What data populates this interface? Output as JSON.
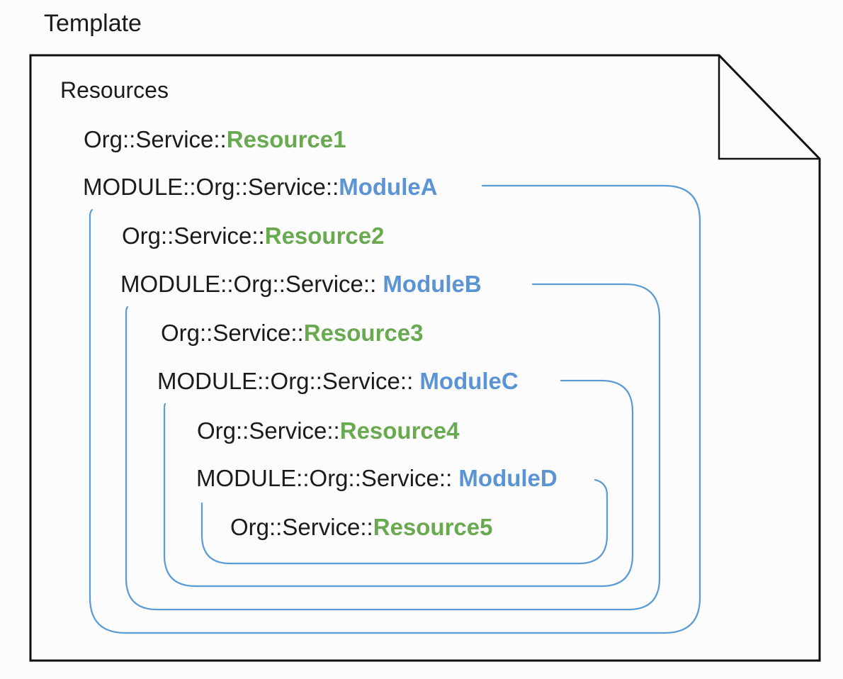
{
  "template_label": "Template",
  "document": {
    "resources_label": "Resources"
  },
  "rows": [
    {
      "id": "resource1",
      "type": "resource",
      "depth": 0,
      "prefix": "Org::Service::",
      "name": "Resource1"
    },
    {
      "id": "moduleA",
      "type": "module",
      "depth": 0,
      "prefix": "MODULE::Org::Service::",
      "name": "ModuleA"
    },
    {
      "id": "resource2",
      "type": "resource",
      "depth": 1,
      "prefix": "Org::Service::",
      "name": "Resource2"
    },
    {
      "id": "moduleB",
      "type": "module",
      "depth": 1,
      "prefix": "MODULE::Org::Service:: ",
      "name": "ModuleB"
    },
    {
      "id": "resource3",
      "type": "resource",
      "depth": 2,
      "prefix": "Org::Service::",
      "name": "Resource3"
    },
    {
      "id": "moduleC",
      "type": "module",
      "depth": 2,
      "prefix": "MODULE::Org::Service:: ",
      "name": "ModuleC"
    },
    {
      "id": "resource4",
      "type": "resource",
      "depth": 3,
      "prefix": "Org::Service::",
      "name": "Resource4"
    },
    {
      "id": "moduleD",
      "type": "module",
      "depth": 3,
      "prefix": "MODULE::Org::Service:: ",
      "name": "ModuleD"
    },
    {
      "id": "resource5",
      "type": "resource",
      "depth": 4,
      "prefix": "Org::Service::",
      "name": "Resource5"
    }
  ],
  "colors": {
    "text_black": "#1b1b1b",
    "resource_green": "#69aa50",
    "module_blue": "#5b94d4",
    "bracket_blue": "#5b9bd5",
    "border_black": "#111111",
    "background": "#fcfcfc"
  }
}
